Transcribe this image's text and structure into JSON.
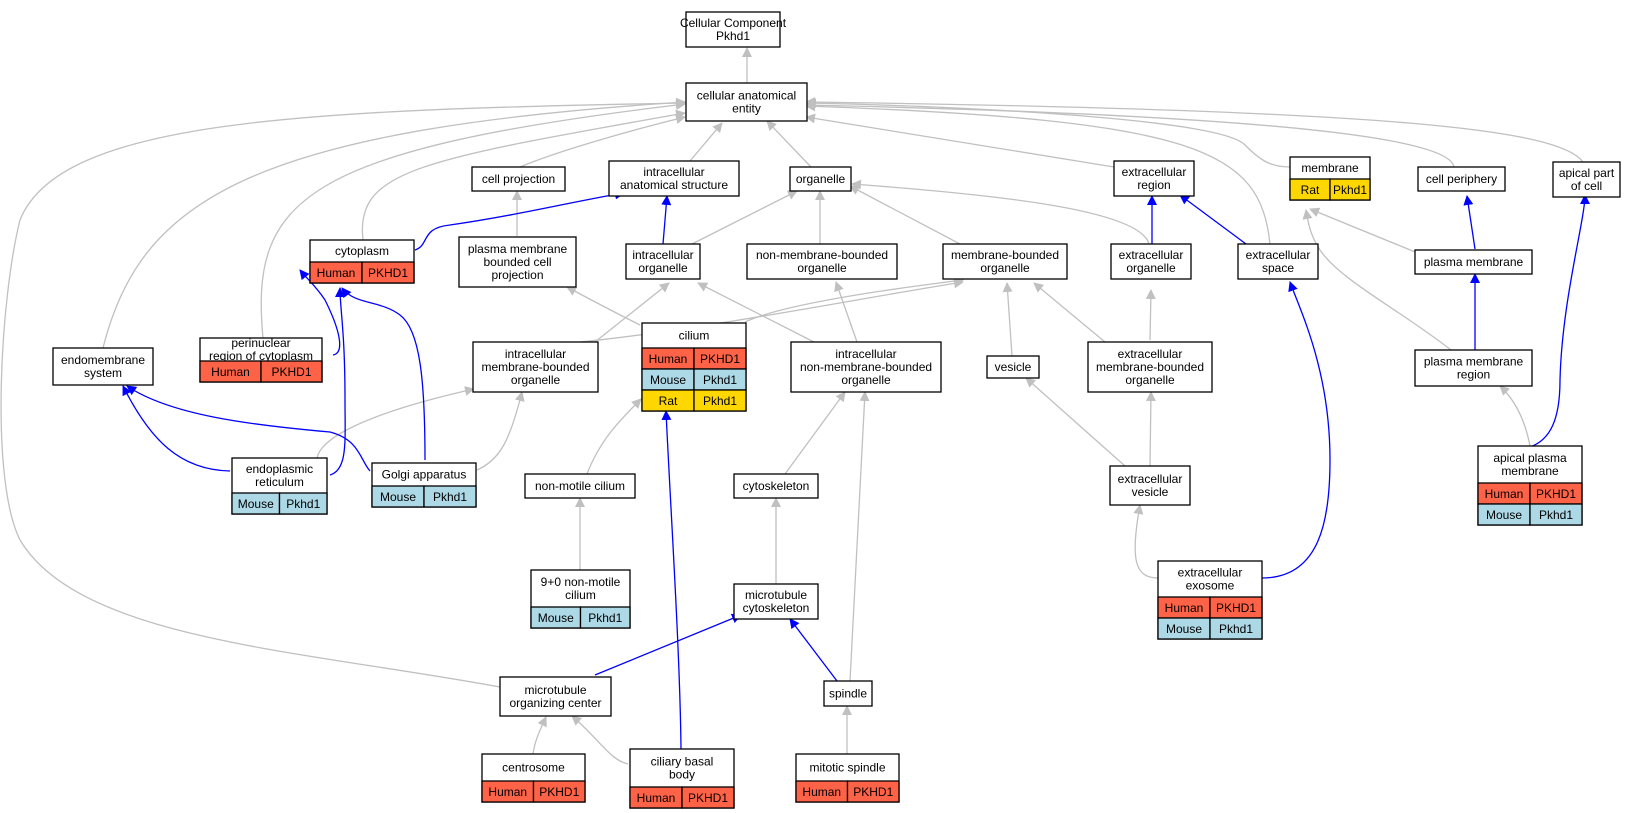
{
  "colors": {
    "human": "#ff6347",
    "mouse": "#add8e6",
    "rat": "#ffd700",
    "is_a": "#c0c0c0",
    "part_of": "#0000ff"
  },
  "nodes": [
    {
      "id": "root",
      "lines": [
        "Cellular Component",
        "Pkhd1"
      ]
    },
    {
      "id": "cae",
      "lines": [
        "cellular anatomical",
        "entity"
      ]
    },
    {
      "id": "cellproj",
      "lines": [
        "cell projection"
      ]
    },
    {
      "id": "ias",
      "lines": [
        "intracellular",
        "anatomical structure"
      ]
    },
    {
      "id": "organelle",
      "lines": [
        "organelle"
      ]
    },
    {
      "id": "extreg",
      "lines": [
        "extracellular",
        "region"
      ]
    },
    {
      "id": "membrane",
      "lines": [
        "membrane"
      ],
      "annot": [
        [
          "Rat",
          "Pkhd1"
        ]
      ]
    },
    {
      "id": "cellper",
      "lines": [
        "cell periphery"
      ]
    },
    {
      "id": "apicalpart",
      "lines": [
        "apical part",
        "of cell"
      ]
    },
    {
      "id": "cytoplasm",
      "lines": [
        "cytoplasm"
      ],
      "annot": [
        [
          "Human",
          "PKHD1"
        ]
      ]
    },
    {
      "id": "pmbcp",
      "lines": [
        "plasma membrane",
        "bounded cell",
        "projection"
      ]
    },
    {
      "id": "intorg",
      "lines": [
        "intracellular",
        "organelle"
      ]
    },
    {
      "id": "nmbo",
      "lines": [
        "non-membrane-bounded",
        "organelle"
      ]
    },
    {
      "id": "mbo",
      "lines": [
        "membrane-bounded",
        "organelle"
      ]
    },
    {
      "id": "extorg",
      "lines": [
        "extracellular",
        "organelle"
      ]
    },
    {
      "id": "extspace",
      "lines": [
        "extracellular",
        "space"
      ]
    },
    {
      "id": "pm",
      "lines": [
        "plasma membrane"
      ]
    },
    {
      "id": "endosys",
      "lines": [
        "endomembrane",
        "system"
      ]
    },
    {
      "id": "perinuc",
      "lines": [
        "perinuclear",
        "region of cytoplasm"
      ],
      "annot": [
        [
          "Human",
          "PKHD1"
        ]
      ]
    },
    {
      "id": "imbo",
      "lines": [
        "intracellular",
        "membrane-bounded",
        "organelle"
      ]
    },
    {
      "id": "cilium",
      "lines": [
        "cilium"
      ],
      "annot": [
        [
          "Human",
          "PKHD1"
        ],
        [
          "Mouse",
          "Pkhd1"
        ],
        [
          "Rat",
          "Pkhd1"
        ]
      ]
    },
    {
      "id": "inmbo",
      "lines": [
        "intracellular",
        "non-membrane-bounded",
        "organelle"
      ]
    },
    {
      "id": "vesicle",
      "lines": [
        "vesicle"
      ]
    },
    {
      "id": "embo",
      "lines": [
        "extracellular",
        "membrane-bounded",
        "organelle"
      ]
    },
    {
      "id": "pmreg",
      "lines": [
        "plasma membrane",
        "region"
      ]
    },
    {
      "id": "er",
      "lines": [
        "endoplasmic",
        "reticulum"
      ],
      "annot": [
        [
          "Mouse",
          "Pkhd1"
        ]
      ]
    },
    {
      "id": "golgi",
      "lines": [
        "Golgi apparatus"
      ],
      "annot": [
        [
          "Mouse",
          "Pkhd1"
        ]
      ]
    },
    {
      "id": "nmcilium",
      "lines": [
        "non-motile cilium"
      ]
    },
    {
      "id": "cytoskel",
      "lines": [
        "cytoskeleton"
      ]
    },
    {
      "id": "extves",
      "lines": [
        "extracellular",
        "vesicle"
      ]
    },
    {
      "id": "apm",
      "lines": [
        "apical plasma",
        "membrane"
      ],
      "annot": [
        [
          "Human",
          "PKHD1"
        ],
        [
          "Mouse",
          "Pkhd1"
        ]
      ]
    },
    {
      "id": "c90",
      "lines": [
        "9+0 non-motile",
        "cilium"
      ],
      "annot": [
        [
          "Mouse",
          "Pkhd1"
        ]
      ]
    },
    {
      "id": "mtcyto",
      "lines": [
        "microtubule",
        "cytoskeleton"
      ]
    },
    {
      "id": "exosome",
      "lines": [
        "extracellular",
        "exosome"
      ],
      "annot": [
        [
          "Human",
          "PKHD1"
        ],
        [
          "Mouse",
          "Pkhd1"
        ]
      ]
    },
    {
      "id": "mtoc",
      "lines": [
        "microtubule",
        "organizing center"
      ]
    },
    {
      "id": "spindle",
      "lines": [
        "spindle"
      ]
    },
    {
      "id": "centrosome",
      "lines": [
        "centrosome"
      ],
      "annot": [
        [
          "Human",
          "PKHD1"
        ]
      ]
    },
    {
      "id": "cbb",
      "lines": [
        "ciliary basal",
        "body"
      ],
      "annot": [
        [
          "Human",
          "PKHD1"
        ]
      ]
    },
    {
      "id": "mitspindle",
      "lines": [
        "mitotic spindle"
      ],
      "annot": [
        [
          "Human",
          "PKHD1"
        ]
      ]
    }
  ]
}
